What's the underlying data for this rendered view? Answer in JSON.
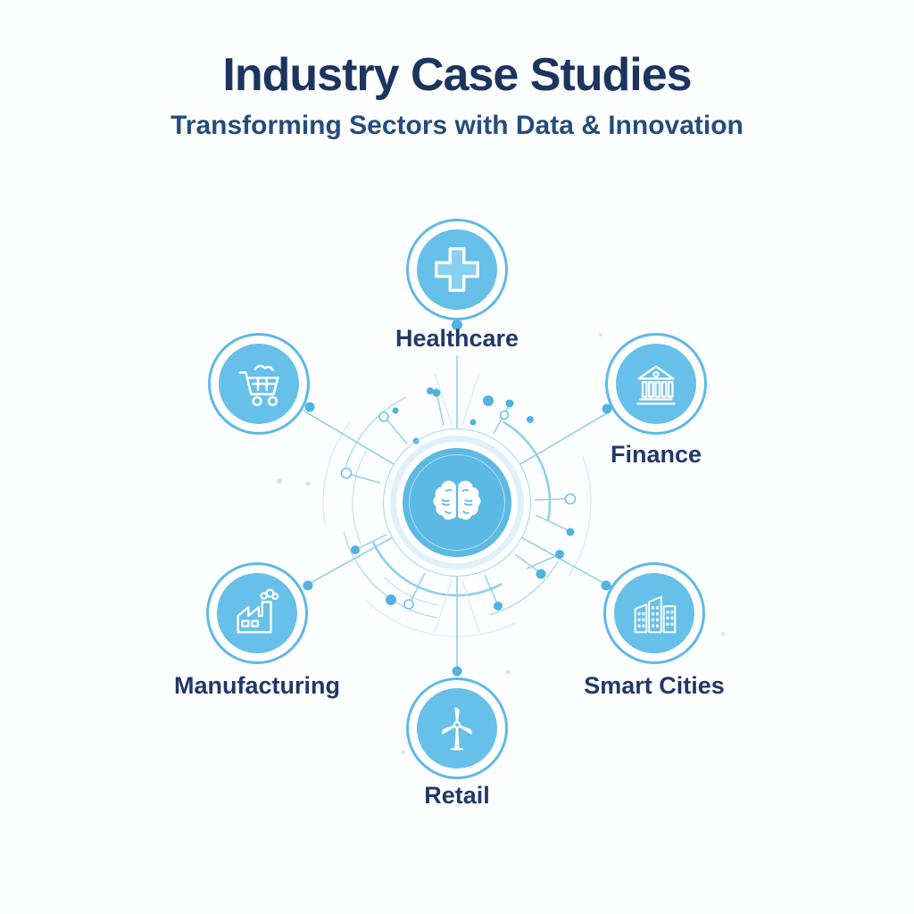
{
  "header": {
    "title": "Industry Case Studies",
    "subtitle": "Transforming Sectors with Data & Innovation"
  },
  "hub": {
    "icon": "brain-icon",
    "description": "central-ai-brain-hub"
  },
  "nodes": [
    {
      "id": "healthcare",
      "label": "Healthcare",
      "icon": "medical-cross-icon"
    },
    {
      "id": "shopping-cart",
      "label": "",
      "icon": "shopping-cart-icon"
    },
    {
      "id": "finance",
      "label": "Finance",
      "icon": "bank-icon"
    },
    {
      "id": "manufacturing",
      "label": "Manufacturing",
      "icon": "factory-icon"
    },
    {
      "id": "smart-cities",
      "label": "Smart Cities",
      "icon": "city-buildings-icon"
    },
    {
      "id": "retail",
      "label": "Retail",
      "icon": "wind-turbine-icon"
    }
  ],
  "colors": {
    "title-navy": "#1b355f",
    "subtitle-navy": "#234d7c",
    "label-navy": "#1f3a68",
    "ring": "#5fb9e6",
    "node-fill": "#66c0e9",
    "hub-fill": "#5cb9e4",
    "plus-fill": "#8ad1f1",
    "line": "#8fd0ee",
    "line-faint": "#cfeaf8",
    "dot": "#4fb3e3",
    "bg": "#fdfeff"
  }
}
